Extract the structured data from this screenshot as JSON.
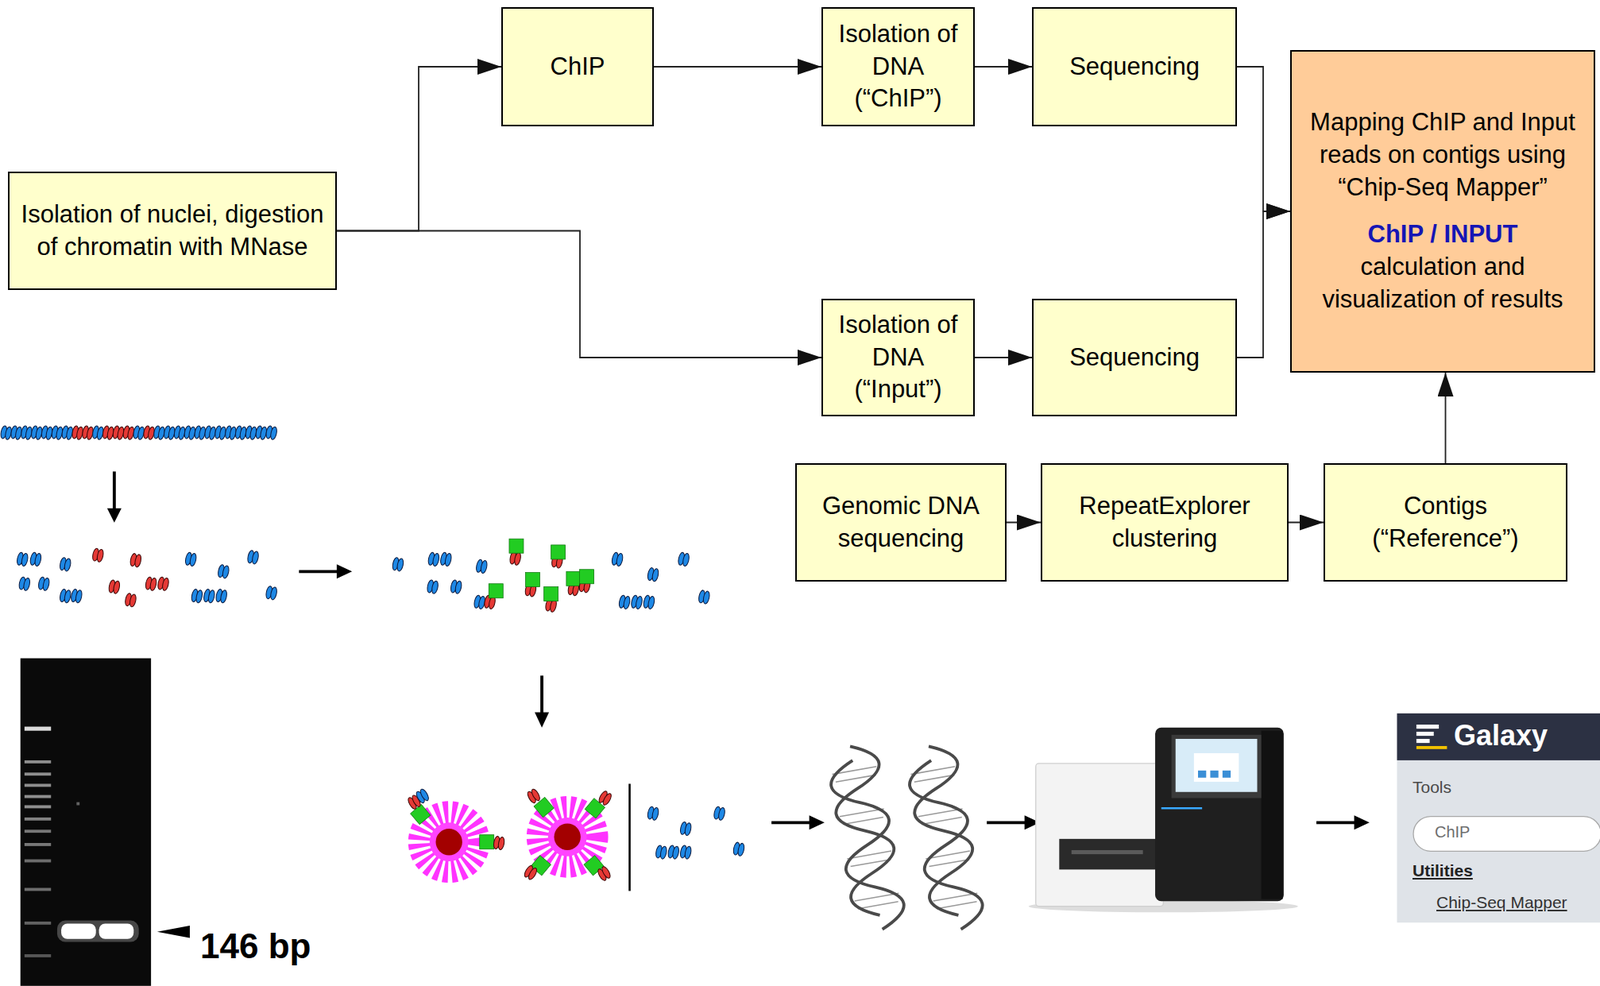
{
  "diagram": {
    "nodes": [
      {
        "text": [
          "Isolation of nuclei, digestion of chromatin with MNase"
        ]
      },
      {
        "text": [
          "ChIP"
        ]
      },
      {
        "text": [
          "Isolation of DNA (“ChIP”)"
        ]
      },
      {
        "text": [
          "Sequencing"
        ]
      },
      {
        "text": [
          "Mapping ChIP and Input reads on contigs using “Chip-Seq Mapper”",
          "ChIP / INPUT",
          "calculation and visualization of results"
        ]
      },
      {
        "text": [
          "Isolation of DNA (“Input”)"
        ]
      },
      {
        "text": [
          "Sequencing"
        ]
      },
      {
        "text": [
          "Genomic DNA sequencing"
        ]
      },
      {
        "text": [
          "RepeatExplorer clustering"
        ]
      },
      {
        "text": [
          "Contigs (“Reference”)"
        ]
      }
    ],
    "edges": [
      {
        "from": 0,
        "to": 1,
        "arrow": "to"
      },
      {
        "from": 0,
        "to": 5,
        "arrow": "to"
      },
      {
        "from": 1,
        "to": 2,
        "arrow": "to"
      },
      {
        "from": 2,
        "to": 3,
        "arrow": "to"
      },
      {
        "from": 3,
        "to": 4,
        "arrow": "to"
      },
      {
        "from": 5,
        "to": 6,
        "arrow": "to"
      },
      {
        "from": 6,
        "to": 4,
        "arrow": "to"
      },
      {
        "from": 7,
        "to": 8,
        "arrow": "to"
      },
      {
        "from": 8,
        "to": 9,
        "arrow": "to"
      },
      {
        "from": 9,
        "to": 4,
        "arrow": "to"
      }
    ],
    "labels": [
      "146 bp",
      "Galaxy",
      "Tools",
      "ChIP",
      "Utilities",
      "Chip-Seq Mapper"
    ]
  }
}
